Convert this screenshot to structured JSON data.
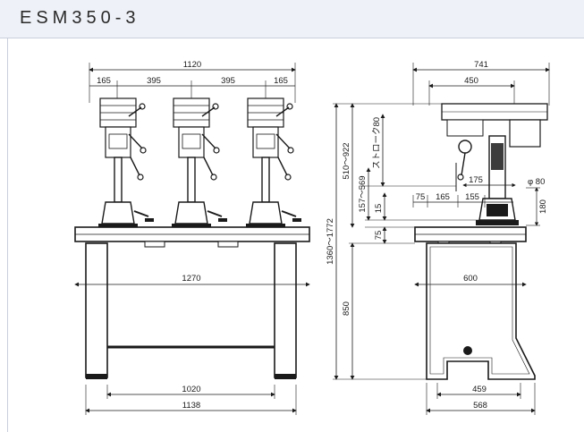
{
  "header": {
    "model": "ESM350-3"
  },
  "front_view": {
    "top": {
      "overall": "1120",
      "sides": "165",
      "spacing": "395"
    },
    "table_width": "1270",
    "stand_inner": "1020",
    "stand_outer": "1138"
  },
  "side_view": {
    "top_overall": "741",
    "top_inner": "450",
    "stroke": "ストローク80",
    "height_range_upper": "510～922",
    "height_range_lower": "157～569",
    "height_overall": "1360～1772",
    "dim_15": "15",
    "dim_75": "75",
    "dim_850": "850",
    "dim_175": "175",
    "dim_75b": "75",
    "dim_165": "165",
    "dim_155": "155",
    "dim_phi80": "φ 80",
    "dim_180": "180",
    "table_width": "600",
    "base_inner": "459",
    "base_outer": "568"
  }
}
